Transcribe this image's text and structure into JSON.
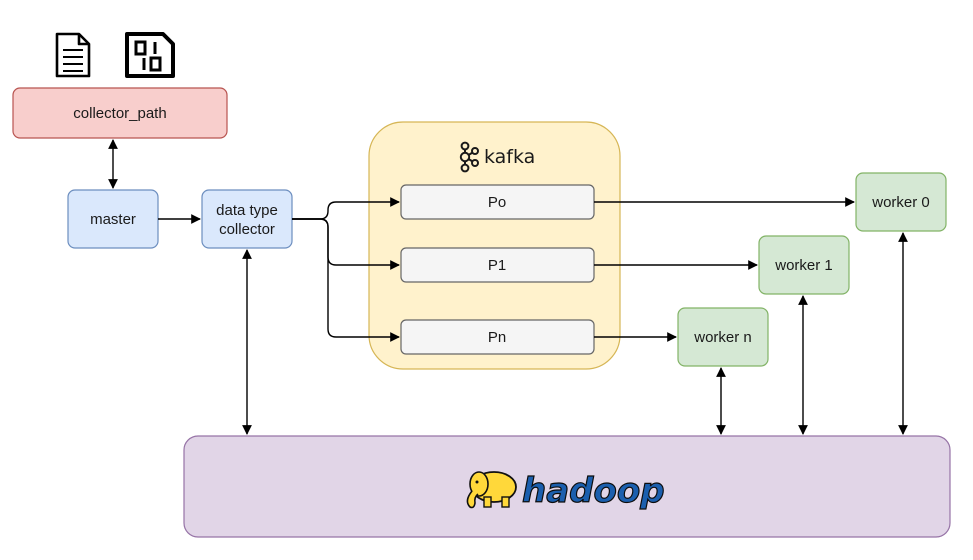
{
  "top_icons": [
    {
      "icon": "document-icon"
    },
    {
      "icon": "binary-file-icon"
    }
  ],
  "nodes": {
    "collector_path": {
      "label": "collector_path",
      "fill": "#f8cecc",
      "stroke": "#b85450"
    },
    "master": {
      "label": "master",
      "fill": "#dae8fc",
      "stroke": "#6c8ebf"
    },
    "data_type_collector": {
      "line1": "data type",
      "line2": "collector",
      "fill": "#dae8fc",
      "stroke": "#6c8ebf"
    },
    "kafka_group": {
      "label": "kafka",
      "fill": "#fff2cc",
      "stroke": "#d6b656"
    },
    "partitions": [
      {
        "label": "Po"
      },
      {
        "label": "P1"
      },
      {
        "label": "Pn"
      }
    ],
    "partition_style": {
      "fill": "#f5f5f5",
      "stroke": "#666666"
    },
    "workers": [
      {
        "label": "worker 0"
      },
      {
        "label": "worker 1"
      },
      {
        "label": "worker n"
      }
    ],
    "worker_style": {
      "fill": "#d5e8d4",
      "stroke": "#82b366"
    },
    "hadoop": {
      "label": "hadoop",
      "fill": "#e1d5e7",
      "stroke": "#9673a6",
      "text_color": "#1b5fae",
      "outline_color": "#0d0d0d",
      "logo_color": "#ffd83a"
    }
  }
}
